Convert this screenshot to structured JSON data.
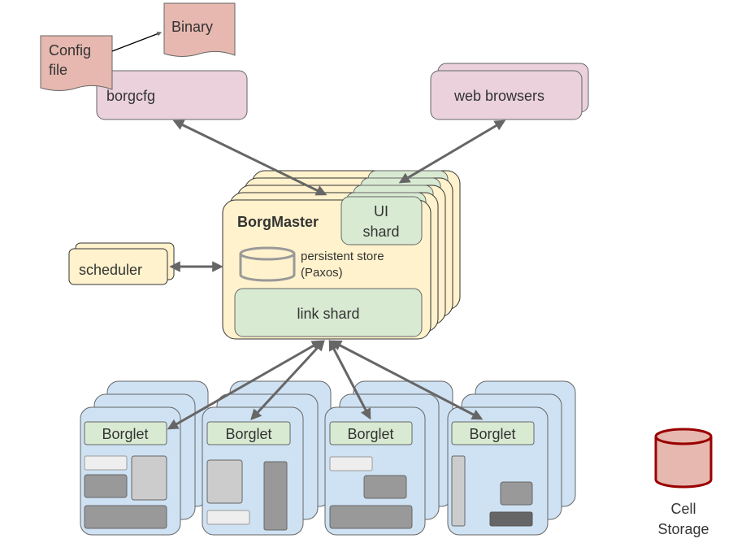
{
  "labels": {
    "binary": "Binary",
    "config_file_line1": "Config",
    "config_file_line2": "file",
    "borgcfg": "borgcfg",
    "web_browsers": "web browsers",
    "borgmaster": "BorgMaster",
    "ui_shard_line1": "UI",
    "ui_shard_line2": "shard",
    "persistent_store_line1": "persistent store",
    "persistent_store_line2": "(Paxos)",
    "link_shard": "link shard",
    "scheduler": "scheduler",
    "borglet": "Borglet",
    "cell_storage_line1": "Cell",
    "cell_storage_line2": "Storage"
  },
  "colors": {
    "file": "#e6b8af",
    "client": "#ead1dc",
    "master": "#fff2cc",
    "shard": "#d9ead3",
    "machine": "#cfe2f3",
    "task_light": "#eeeeee",
    "task_mid": "#cccccc",
    "task_dark": "#999999",
    "task_darkest": "#666666",
    "arrow": "#666666",
    "storage_stroke": "#990000"
  },
  "icons": {
    "persistent_store": "database-cylinder-icon",
    "cell_storage": "database-cylinder-icon"
  }
}
